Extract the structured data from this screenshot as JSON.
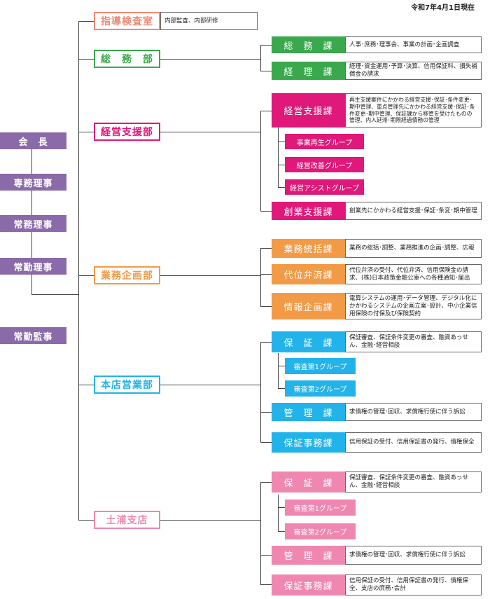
{
  "date": "令和7年4月1日現在",
  "colors": {
    "executive": "#8a6aa8",
    "inspection": "#ef8a74",
    "general_affairs": "#3aa84c",
    "management_support": "#e0187a",
    "business_planning": "#f29a45",
    "head_office": "#22b3ea",
    "tsuchiura": "#ef87b0"
  },
  "executives": [
    "会　長",
    "専務理事",
    "常務理事",
    "常勤理事",
    "常勤監事"
  ],
  "inspection": {
    "name": "指導検査室",
    "desc": "内部監査、内部研修"
  },
  "general_affairs": {
    "name": "総　務　部",
    "sections": [
      {
        "name": "総　務　課",
        "desc": "人事･庶務･理事会、事業の計画･企画調査"
      },
      {
        "name": "経　理　課",
        "desc": "経理･資金運用･予算･決算、信用保証料、損失補償金の請求"
      }
    ]
  },
  "management_support": {
    "name": "経営支援部",
    "sections": [
      {
        "name": "経営支援課",
        "desc": "再生支援案件にかかわる経営支援･保証･条件変更･期中管理、重点管理先にかかわる経営支援･保証･条件変更･期中管理、保証課から移管を受けたものの管理、内入延滞･期限経過債務の管理"
      },
      {
        "name": "創業支援課",
        "desc": "創業先にかかわる経営支援･保証･条変･期中管理"
      }
    ],
    "groups": [
      "事業再生グループ",
      "経営改善グループ",
      "経営アシストグループ"
    ]
  },
  "business_planning": {
    "name": "業務企画部",
    "sections": [
      {
        "name": "業務統括課",
        "desc": "業務の総括･調整、業務推進の企画･調整、広報"
      },
      {
        "name": "代位弁済課",
        "desc": "代位弁済の受付、代位弁済、信用保険金の請求、(株)日本政策金融公庫への各種通知･届出"
      },
      {
        "name": "情報企画課",
        "desc": "電算システムの運用･データ管理、デジタル化にかかわるシステムの企画立案･設計、中小企業信用保険の付保及び保険契約"
      }
    ]
  },
  "head_office": {
    "name": "本店営業部",
    "sections": [
      {
        "name": "保　証　課",
        "desc": "保証審査、保証条件変更の審査、融資あっせん、金融･経営相談"
      },
      {
        "name": "管　理　課",
        "desc": "求債権の管理･回収、求償権行使に伴う訴訟"
      },
      {
        "name": "保証事務課",
        "desc": "信用保証の受付、信用保証書の発行、債権保全"
      }
    ],
    "groups": [
      "審査第1グループ",
      "審査第2グループ"
    ]
  },
  "tsuchiura": {
    "name": "土浦支店",
    "sections": [
      {
        "name": "保　証　課",
        "desc": "保証審査、保証条件変更の審査、融資あっせん、金融･経営相談"
      },
      {
        "name": "管　理　課",
        "desc": "求債権の管理･回収、求償権行使に伴う訴訟"
      },
      {
        "name": "保証事務課",
        "desc": "信用保証の受付、信用保証書の発行、債権保全、支店の庶務･会計"
      }
    ],
    "groups": [
      "審査第1グループ",
      "審査第2グループ"
    ]
  }
}
